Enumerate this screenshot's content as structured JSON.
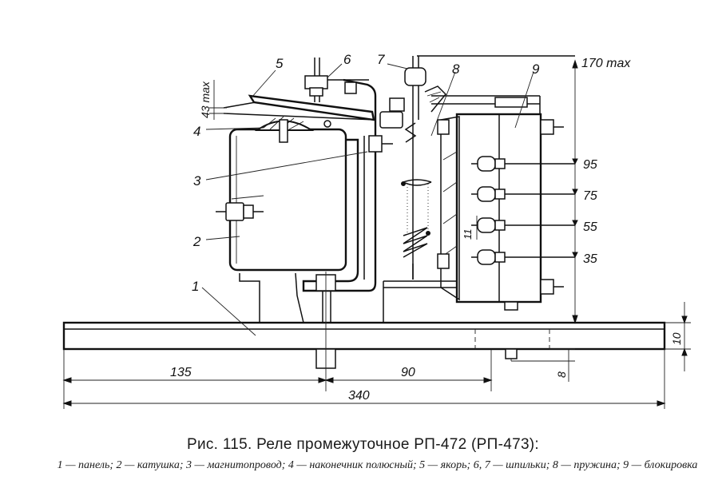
{
  "figure": {
    "callouts": [
      {
        "id": "c1",
        "text": "1"
      },
      {
        "id": "c2",
        "text": "2"
      },
      {
        "id": "c3",
        "text": "3"
      },
      {
        "id": "c4",
        "text": "4"
      },
      {
        "id": "c5",
        "text": "5"
      },
      {
        "id": "c6",
        "text": "6"
      },
      {
        "id": "c7",
        "text": "7"
      },
      {
        "id": "c8",
        "text": "8"
      },
      {
        "id": "c9",
        "text": "9"
      }
    ],
    "dimensions": {
      "d170": "170 max",
      "d43": "43 max",
      "d95": "95",
      "d75": "75",
      "d55": "55",
      "d35": "35",
      "d11": "11",
      "d10": "10",
      "d8": "8",
      "d135": "135",
      "d90": "90",
      "d340": "340"
    }
  },
  "caption": {
    "title": "Рис. 115. Реле промежуточное РП-472 (РП-473):",
    "legend": "1 — панель; 2 — катушка; 3 — магнитопровод; 4 — наконечник полюсный; 5 — якорь; 6, 7 — шпильки; 8 — пружина; 9 — блокировка"
  }
}
